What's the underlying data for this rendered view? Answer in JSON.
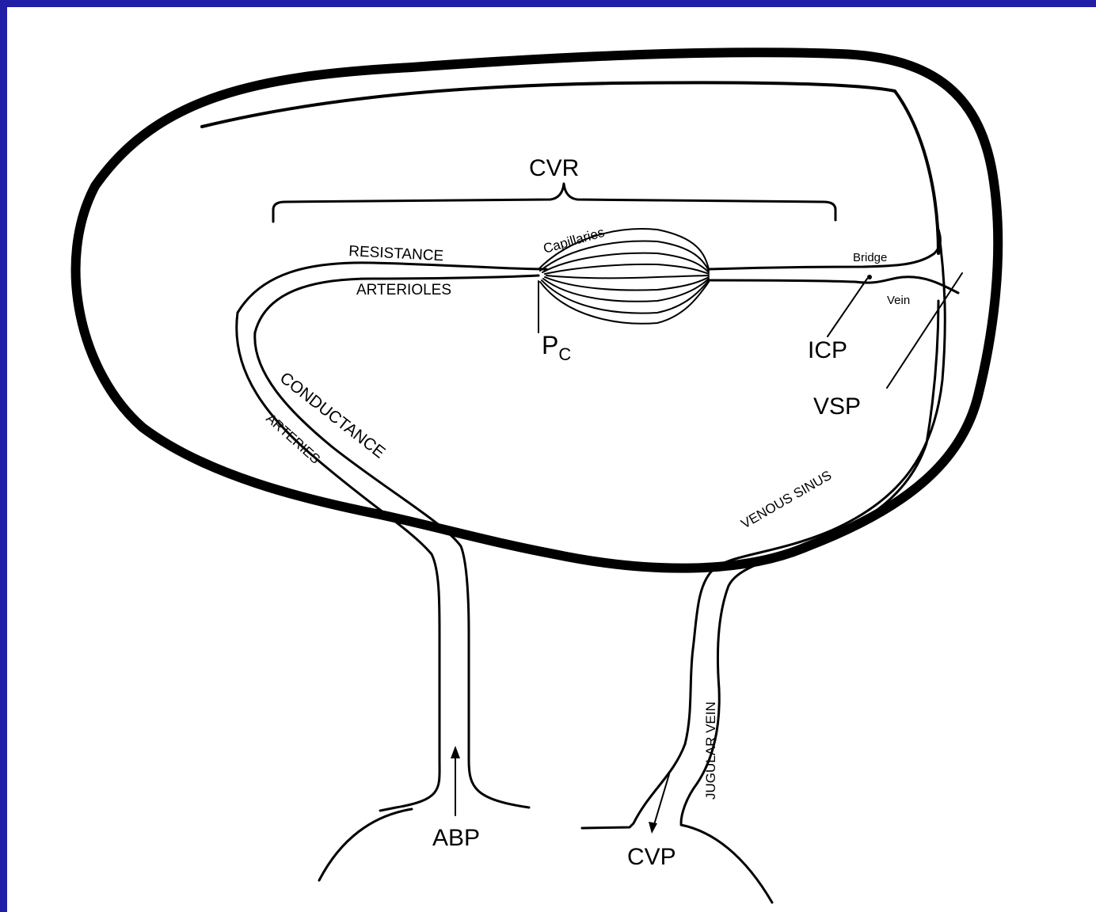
{
  "colors": {
    "frame": "#1f1fa8",
    "background": "#ffffff",
    "ink": "#000000"
  },
  "labels": {
    "cvr": "CVR",
    "capillaries": "Capillaries",
    "resistance": "RESISTANCE",
    "arterioles": "ARTERIOLES",
    "bridge": "Bridge",
    "vein": "Vein",
    "pc_main": "P",
    "pc_sub": "C",
    "icp": "ICP",
    "vsp": "VSP",
    "conductance": "CONDUCTANCE",
    "arteries": "ARTERIES",
    "venous_sinus": "VENOUS SINUS",
    "jugular_vein": "JUGULAR VEIN",
    "abp": "ABP",
    "cvp": "CVP"
  }
}
